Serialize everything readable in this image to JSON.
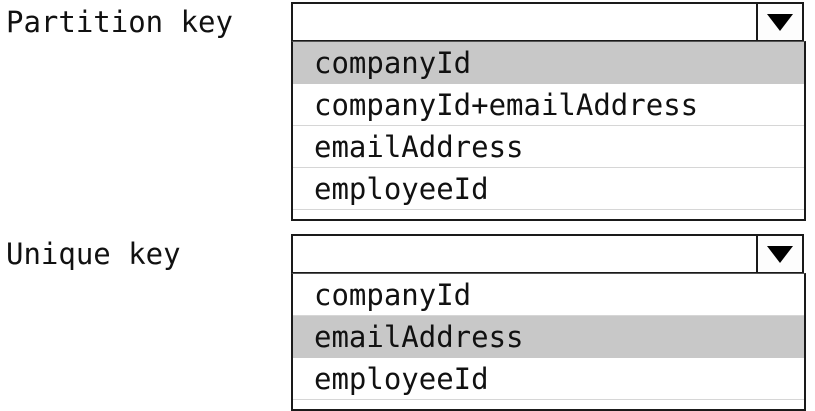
{
  "form": {
    "fields": [
      {
        "id": "partition-key",
        "label": "Partition key",
        "dropdown": {
          "selected_value": "",
          "placeholder": "",
          "arrow_icon": "triangle-down-icon",
          "expanded": true,
          "options": [
            {
              "label": "companyId",
              "highlighted": true
            },
            {
              "label": "companyId+emailAddress",
              "highlighted": false
            },
            {
              "label": "emailAddress",
              "highlighted": false
            },
            {
              "label": "employeeId",
              "highlighted": false
            }
          ]
        }
      },
      {
        "id": "unique-key",
        "label": "Unique key",
        "dropdown": {
          "selected_value": "",
          "placeholder": "",
          "arrow_icon": "triangle-down-icon",
          "expanded": true,
          "options": [
            {
              "label": "companyId",
              "highlighted": false
            },
            {
              "label": "emailAddress",
              "highlighted": true
            },
            {
              "label": "employeeId",
              "highlighted": false
            }
          ]
        }
      }
    ]
  },
  "colors": {
    "border": "#1a1a1a",
    "highlight": "#c8c8c8",
    "row_separator": "#d6d6d6",
    "text": "#111111",
    "background": "#ffffff"
  }
}
